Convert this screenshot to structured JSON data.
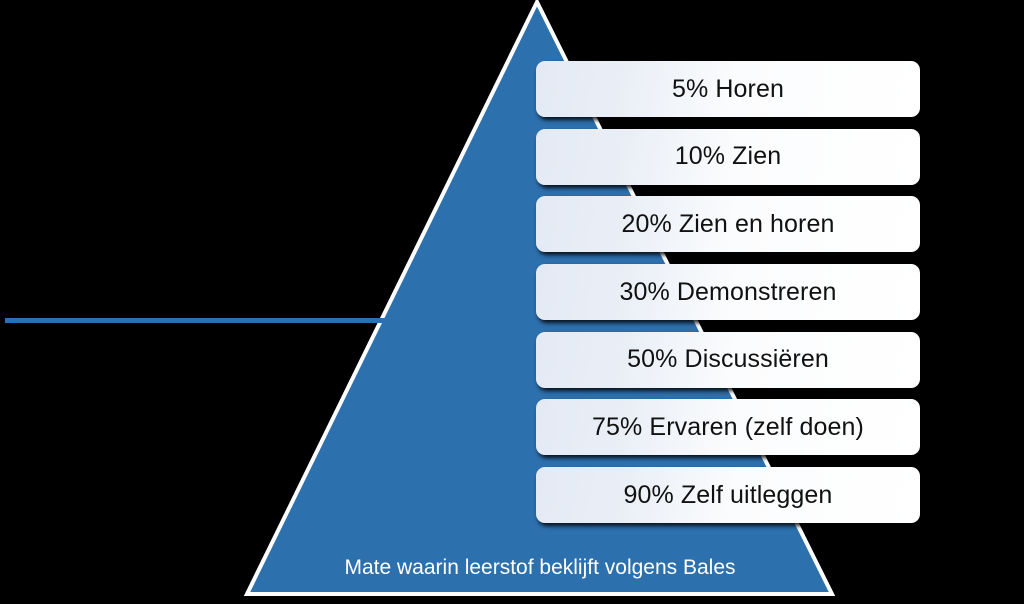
{
  "figure": {
    "title": "Mate waarin leerstof beklijft volgens Bales",
    "background_color": "#000000",
    "pyramid_fill": "#2D70AE",
    "pyramid_outline": "#FFFFFF",
    "box_fill_start": "#E4EAF4",
    "box_fill_end": "#FFFFFF",
    "caption_color": "#FFFFFF"
  },
  "chart_data": {
    "type": "bar",
    "title": "Mate waarin leerstof beklijft volgens Bales",
    "xlabel": "",
    "ylabel": "",
    "categories": [
      "Horen",
      "Zien",
      "Zien en horen",
      "Demonstreren",
      "Discussiëren",
      "Ervaren (zelf doen)",
      "Zelf uitleggen"
    ],
    "values": [
      5,
      10,
      20,
      30,
      50,
      75,
      90
    ],
    "value_unit": "%",
    "labels": [
      "5% Horen",
      "10% Zien",
      "20% Zien en horen",
      "30% Demonstreren",
      "50% Discussiëren",
      "75% Ervaren (zelf doen)",
      "90% Zelf uitleggen"
    ],
    "ylim": [
      0,
      100
    ],
    "grid": false,
    "legend": "none"
  },
  "rows": [
    {
      "label": "5% Horen"
    },
    {
      "label": "10% Zien"
    },
    {
      "label": "20% Zien en horen"
    },
    {
      "label": "30% Demonstreren"
    },
    {
      "label": "50% Discussiëren"
    },
    {
      "label": "75% Ervaren (zelf doen)"
    },
    {
      "label": "90% Zelf uitleggen"
    }
  ]
}
